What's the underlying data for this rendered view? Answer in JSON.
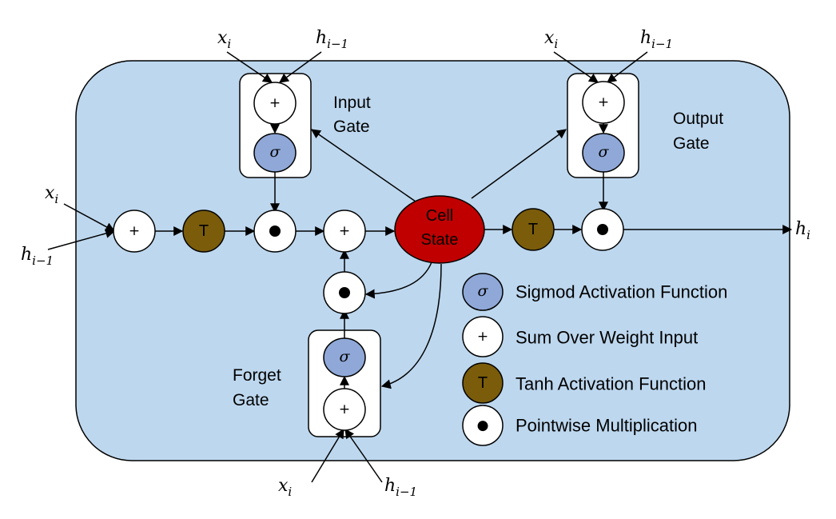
{
  "colors": {
    "container": "#bdd7ee",
    "sigmoid": "#8fa8d8",
    "tanh": "#7a5c0a",
    "cell_state": "#c00000",
    "box": "#ffffff"
  },
  "symbols": {
    "sum": "+",
    "sigmoid": "σ",
    "tanh": "T",
    "product": "●"
  },
  "gates": {
    "input": {
      "line1": "Input",
      "line2": "Gate"
    },
    "output": {
      "line1": "Output",
      "line2": "Gate"
    },
    "forget": {
      "line1": "Forget",
      "line2": "Gate"
    }
  },
  "cell_state": {
    "line1": "Cell",
    "line2": "State"
  },
  "inputs": {
    "x": "x",
    "x_sub": "i",
    "h": "h",
    "h_sub": "i−1",
    "output_h": "h",
    "output_h_sub": "i"
  },
  "legend": [
    {
      "icon": "sigmoid-icon",
      "symbol": "σ",
      "text": "Sigmod Activation Function"
    },
    {
      "icon": "sum-icon",
      "symbol": "+",
      "text": "Sum Over Weight Input"
    },
    {
      "icon": "tanh-icon",
      "symbol": "T",
      "text": "Tanh Activation Function"
    },
    {
      "icon": "product-icon",
      "symbol": "●",
      "text": "Pointwise Multiplication"
    }
  ]
}
